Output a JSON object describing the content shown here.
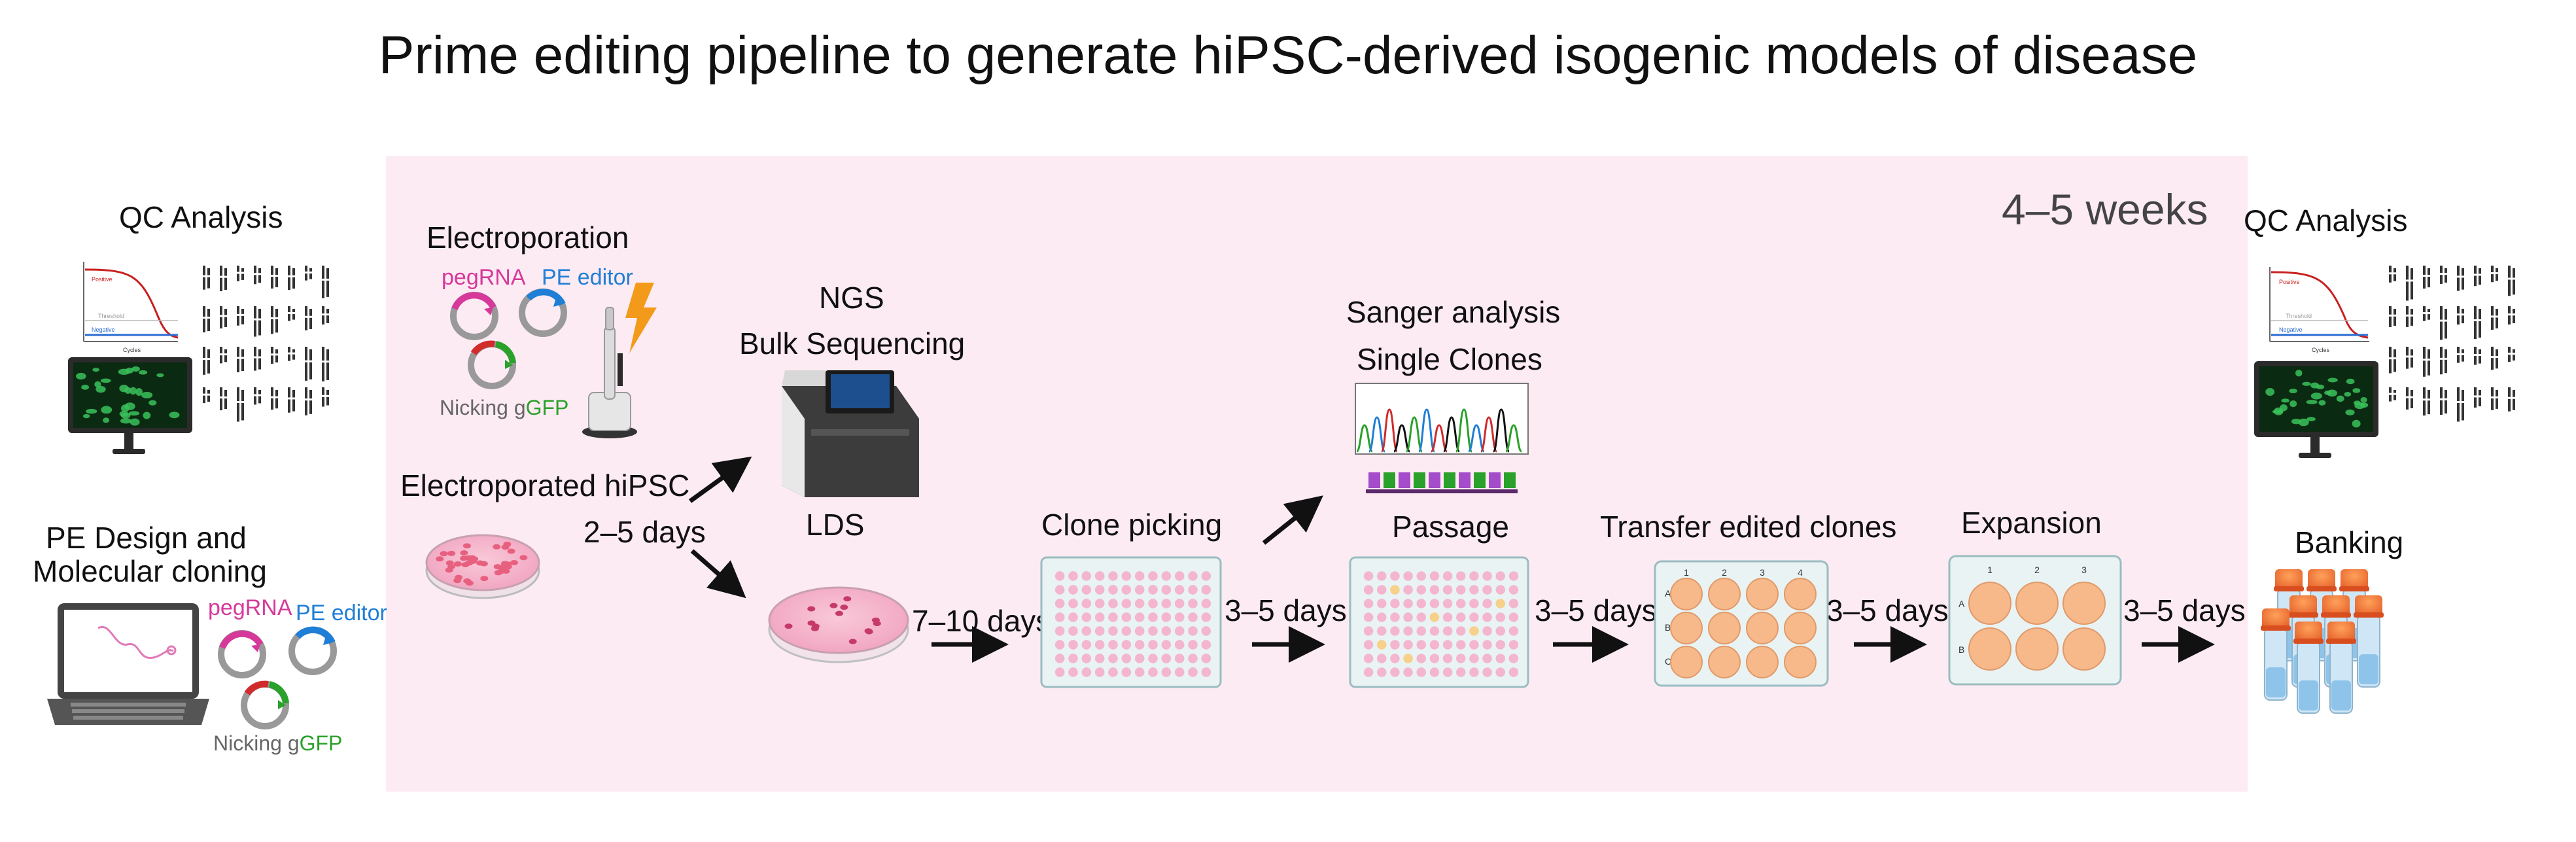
{
  "title": "Prime editing pipeline to generate hiPSC-derived isogenic models of disease",
  "duration": "4–5 weeks",
  "left": {
    "qc_analysis": "QC Analysis",
    "design_line1": "PE Design and",
    "design_line2": "Molecular cloning",
    "plasmids": {
      "pegrna": "pegRNA",
      "pe_editor": "PE editor",
      "nicking": "Nicking g",
      "gfp": "GFP"
    }
  },
  "steps": {
    "electroporation": "Electroporation",
    "plasmids": {
      "pegrna": "pegRNA",
      "pe_editor": "PE editor",
      "nicking": "Nicking g",
      "gfp": "GFP"
    },
    "electroporated": "Electroporated hiPSC",
    "ngs": "NGS",
    "bulk": "Bulk Sequencing",
    "lds": "LDS",
    "clone_picking": "Clone picking",
    "sanger": "Sanger analysis",
    "single_clones": "Single Clones",
    "passage": "Passage",
    "transfer": "Transfer edited clones",
    "expansion": "Expansion",
    "right_qc": "QC Analysis",
    "banking": "Banking"
  },
  "durations": {
    "d1": "2–5 days",
    "d2": "7–10 days",
    "d3": "3–5 days",
    "d4": "3–5 days",
    "d5": "3–5 days",
    "d6": "3–5 days"
  },
  "qc_chart_labels": {
    "positive": "Positive",
    "threshold": "Threshold",
    "negative": "Negative",
    "cycles": "Cycles"
  },
  "well_labels": {
    "twelve_cols": [
      "1",
      "2",
      "3",
      "4"
    ],
    "twelve_rows": [
      "A",
      "B",
      "C"
    ],
    "six_cols": [
      "1",
      "2",
      "3"
    ],
    "six_rows": [
      "A",
      "B"
    ]
  },
  "colors": {
    "background_band": "#fdebf3",
    "pegrna": "#d6399a",
    "pe_editor": "#1f7ed6",
    "gfp": "#2aa12a",
    "arrow": "#111111",
    "wells_pink": "#f4b6cd",
    "wells_orange": "#f7b98a"
  }
}
